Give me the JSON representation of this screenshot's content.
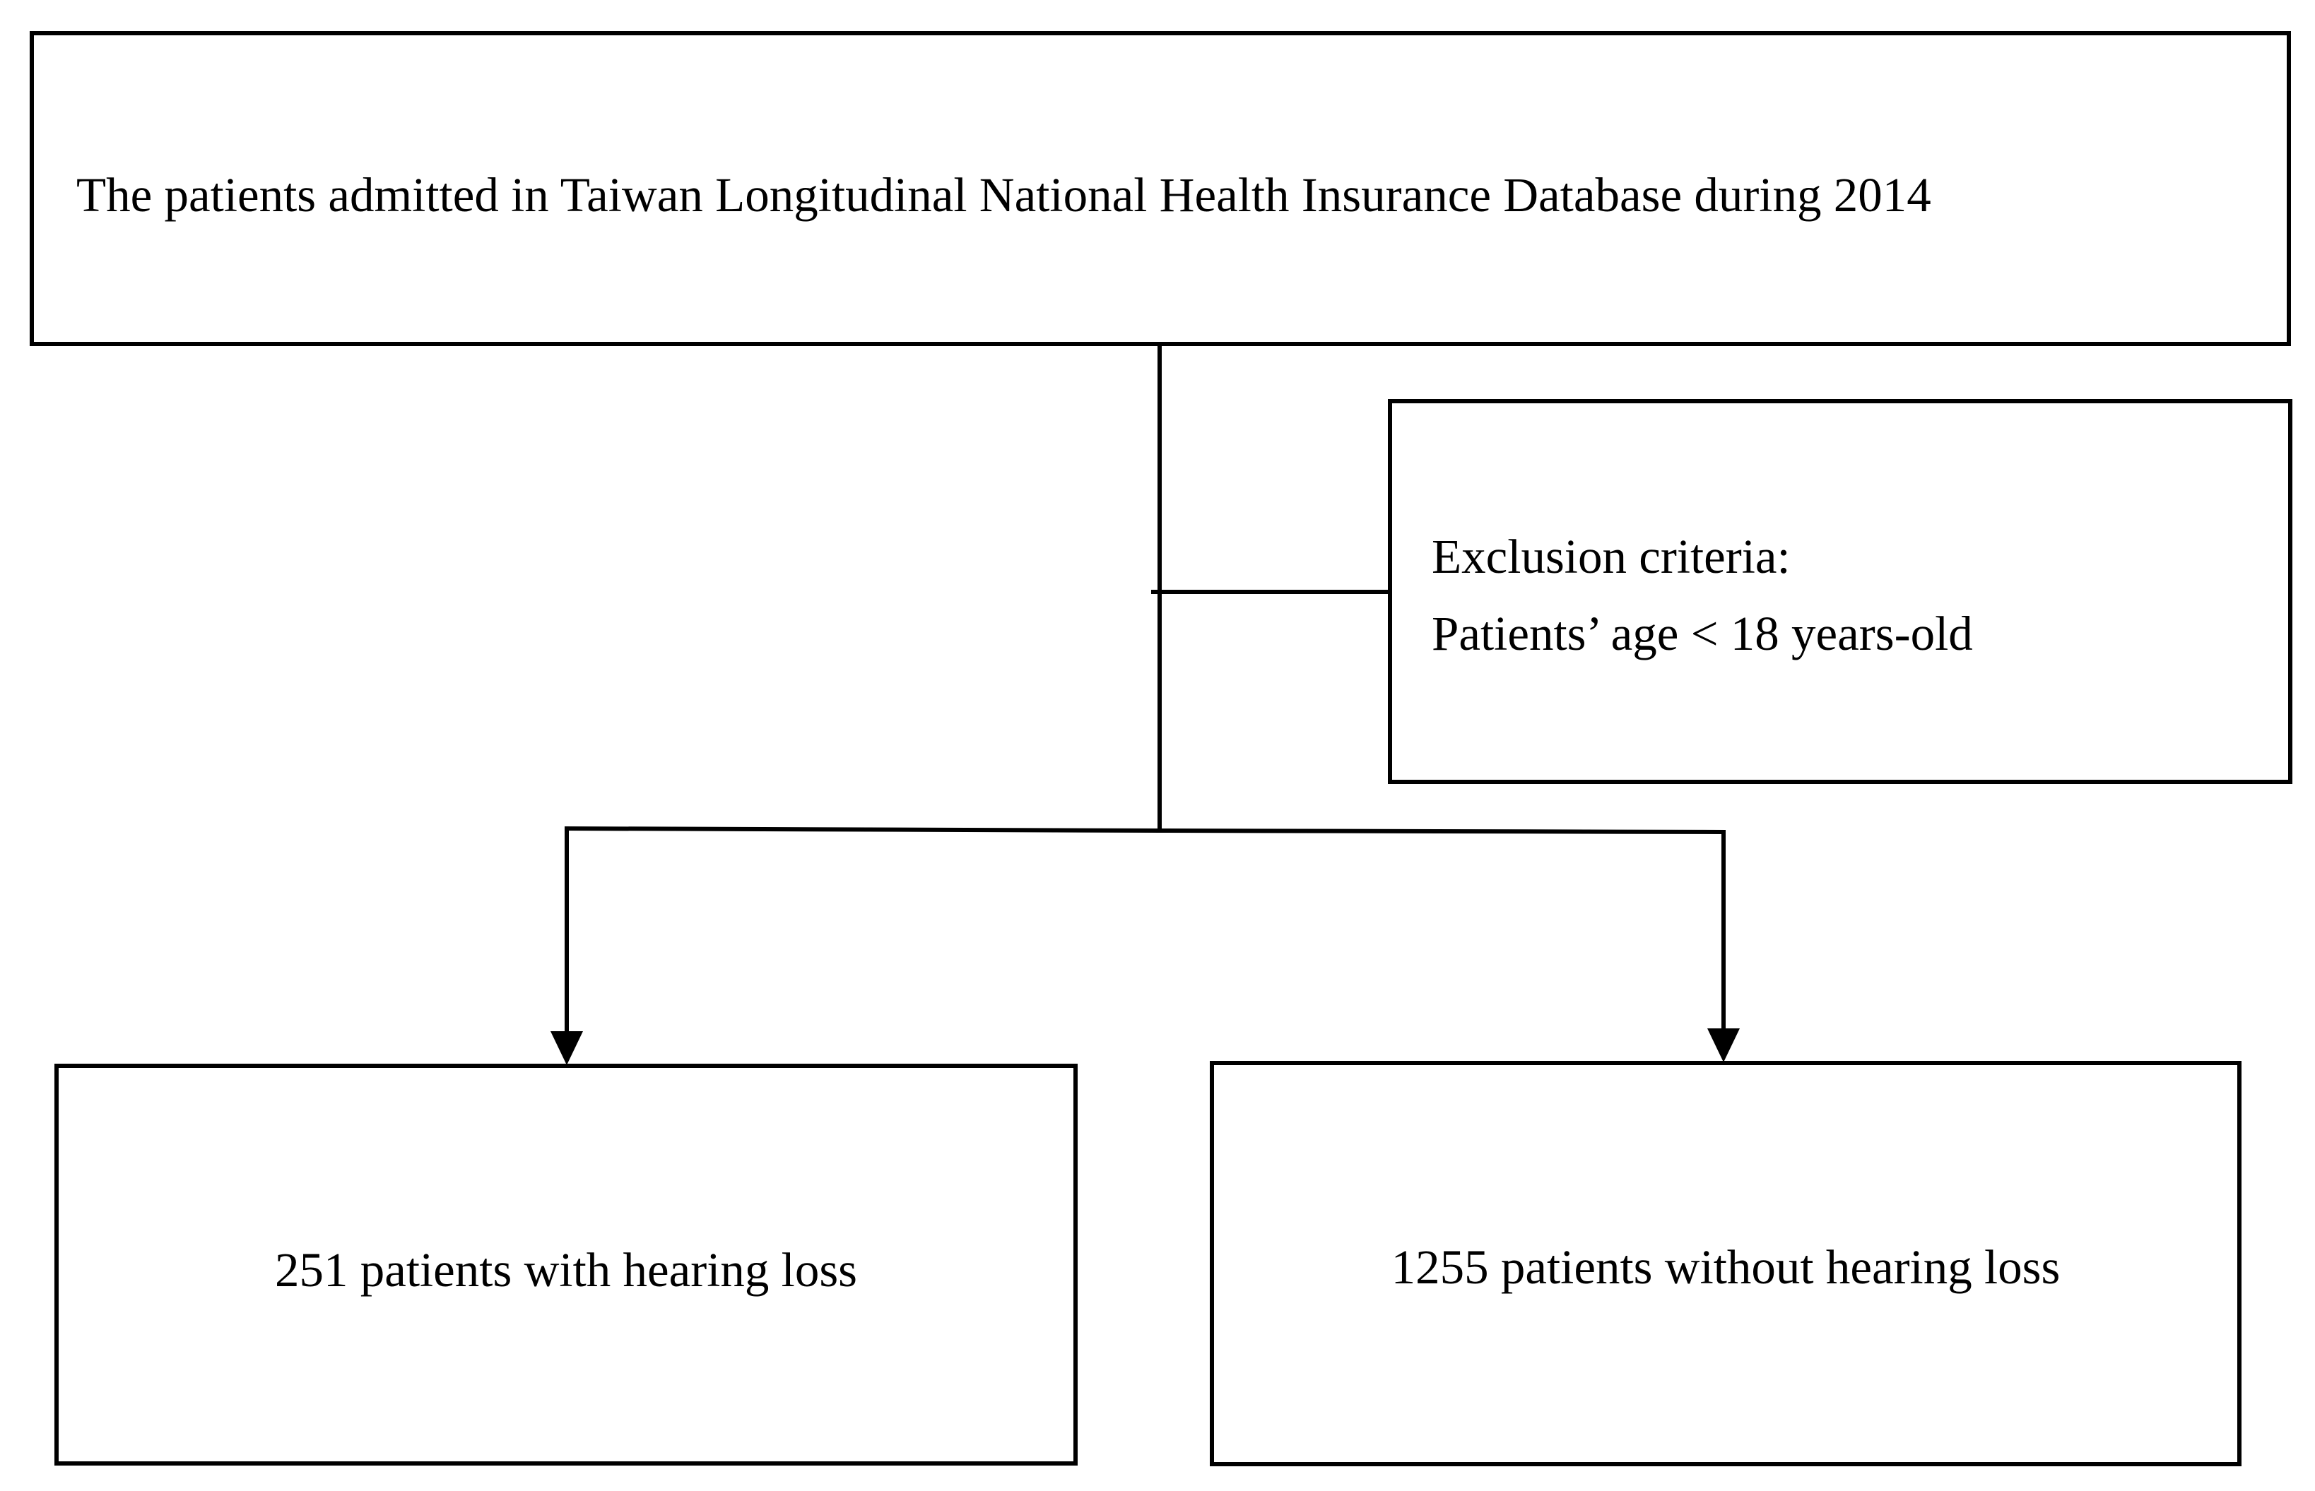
{
  "diagram": {
    "top_box": {
      "text": "The patients admitted in Taiwan Longitudinal National Health Insurance Database during 2014"
    },
    "exclusion_box": {
      "title": "Exclusion criteria:",
      "item": "Patients’ age < 18 years-old"
    },
    "left_box": {
      "text": "251 patients with hearing loss"
    },
    "right_box": {
      "text": "1255 patients without hearing loss"
    },
    "line_color": "#000000"
  }
}
